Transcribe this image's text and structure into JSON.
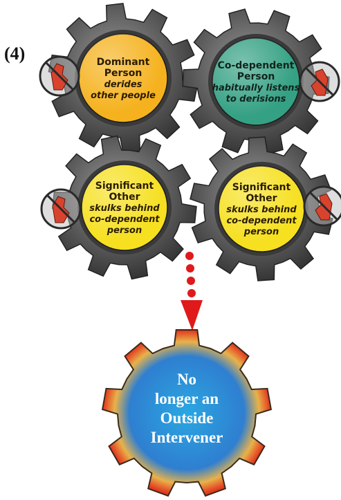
{
  "step_label": "(4)",
  "gears": [
    {
      "id": "dominant",
      "lines": [
        "Dominant",
        "Person"
      ],
      "italic_lines": [
        "derides",
        "other people"
      ],
      "color": "#f5b21e"
    },
    {
      "id": "codependent",
      "lines": [
        "Co-dependent",
        "Person"
      ],
      "italic_lines": [
        "habitually listens",
        "to derisions"
      ],
      "color": "#35a184"
    },
    {
      "id": "significant-left",
      "lines": [
        "Significant",
        "Other"
      ],
      "italic_lines": [
        "skulks behind",
        "co-dependent",
        "person"
      ],
      "color": "#f6e020"
    },
    {
      "id": "significant-right",
      "lines": [
        "Significant",
        "Other"
      ],
      "italic_lines": [
        "skulks behind",
        "co-dependent",
        "person"
      ],
      "color": "#f6e020"
    }
  ],
  "outcome": {
    "lines": [
      "No",
      "longer an",
      "Outside",
      "Intervener"
    ],
    "center_color": "#2aa7e2",
    "edge_color": "#e33b1f"
  },
  "colors": {
    "gear_metal": "#4f4f4f",
    "arrow": "#e01a1a",
    "no_sign": "#2a2a2a",
    "hand": "#d9432e"
  }
}
